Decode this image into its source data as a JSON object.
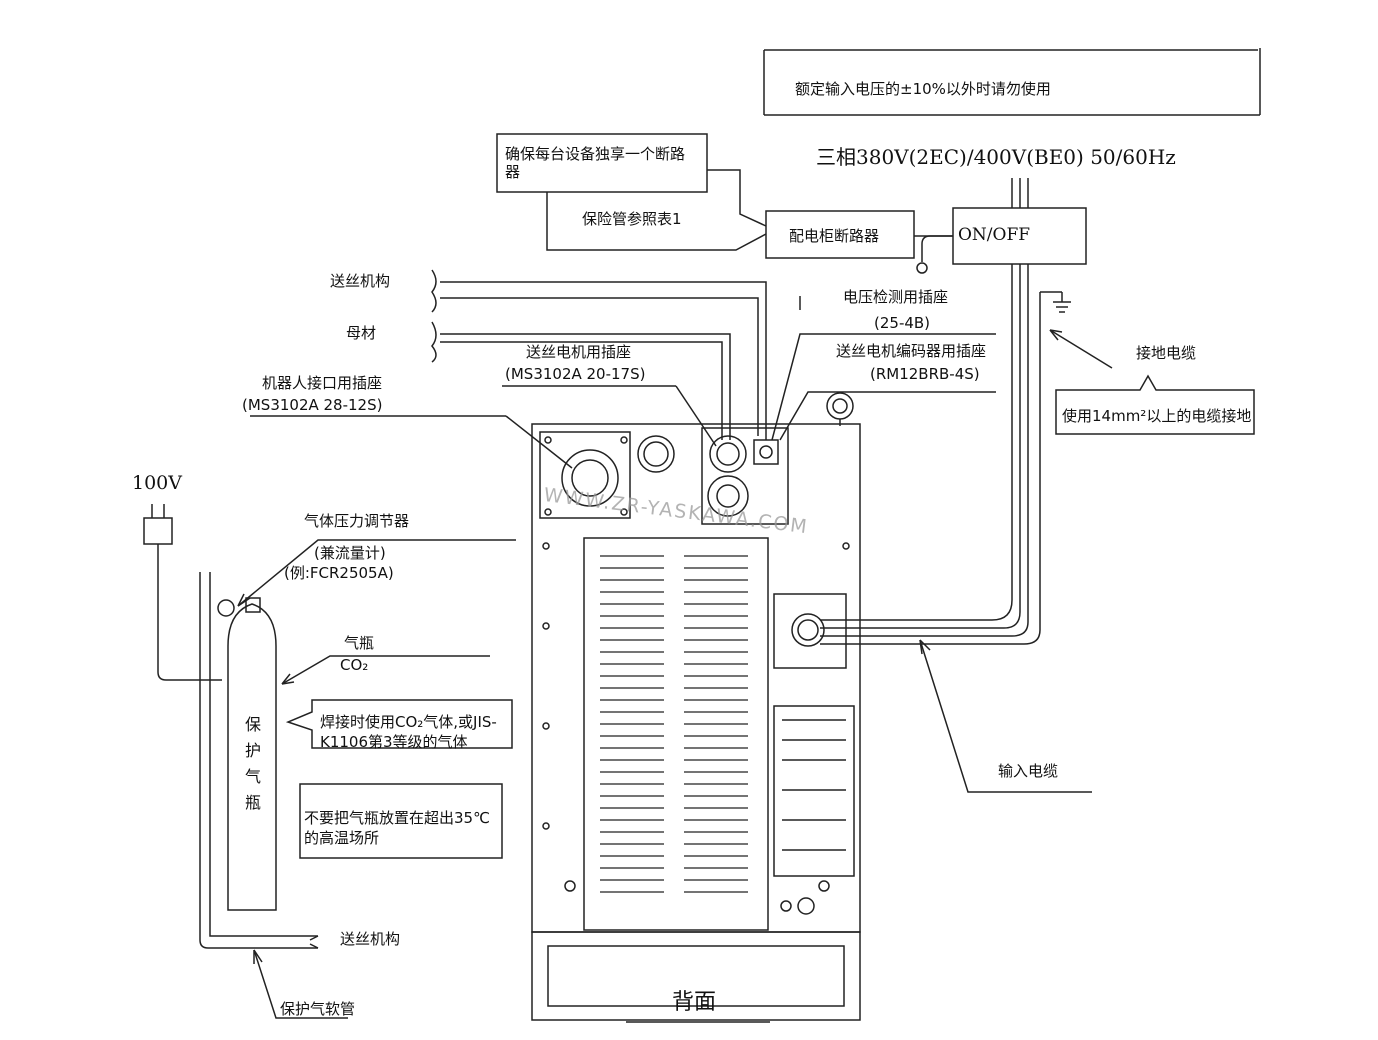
{
  "header_note": "额定输入电压的±10%以外时请勿使用",
  "power_spec": "三相380V(2EC)/400V(BE0)  50/60Hz",
  "breaker_note": "确保每台设备独享一个断路器",
  "fuse_note": "保险管参照表1",
  "panel_breaker": "配电柜断路器",
  "switch_label": "ON/OFF",
  "feeder_mechanism": "送丝机构",
  "base_material": "母材",
  "voltage_socket": {
    "name": "电压检测用插座",
    "model": "(25-4B)"
  },
  "feed_motor_socket": {
    "name": "送丝电机用插座",
    "model": "(MS3102A 20-17S)"
  },
  "encoder_socket": {
    "name": "送丝电机编码器用插座",
    "model": "(RM12BRB-4S)"
  },
  "robot_socket": {
    "name": "机器人接口用插座",
    "model": "(MS3102A 28-12S)"
  },
  "ground_cable": "接地电缆",
  "ground_note": "使用14mm²以上的电缆接地",
  "supply_100v": "100V",
  "regulator": {
    "name": "气体压力调节器",
    "sub": "(兼流量计)",
    "example": "(例:FCR2505A)"
  },
  "cylinder": {
    "name": "气瓶",
    "gas": "CO₂",
    "body_text": "保护气瓶"
  },
  "gas_note": "焊接时使用CO₂气体,或JIS-K1106第3等级的气体",
  "temp_note": "不要把气瓶放置在超出35℃的高温场所",
  "input_cable": "输入电缆",
  "feeder_mechanism_2": "送丝机构",
  "gas_hose": "保护气软管",
  "rear_view": "背面",
  "watermark": "WWW.ZR-YASKAWA.COM"
}
